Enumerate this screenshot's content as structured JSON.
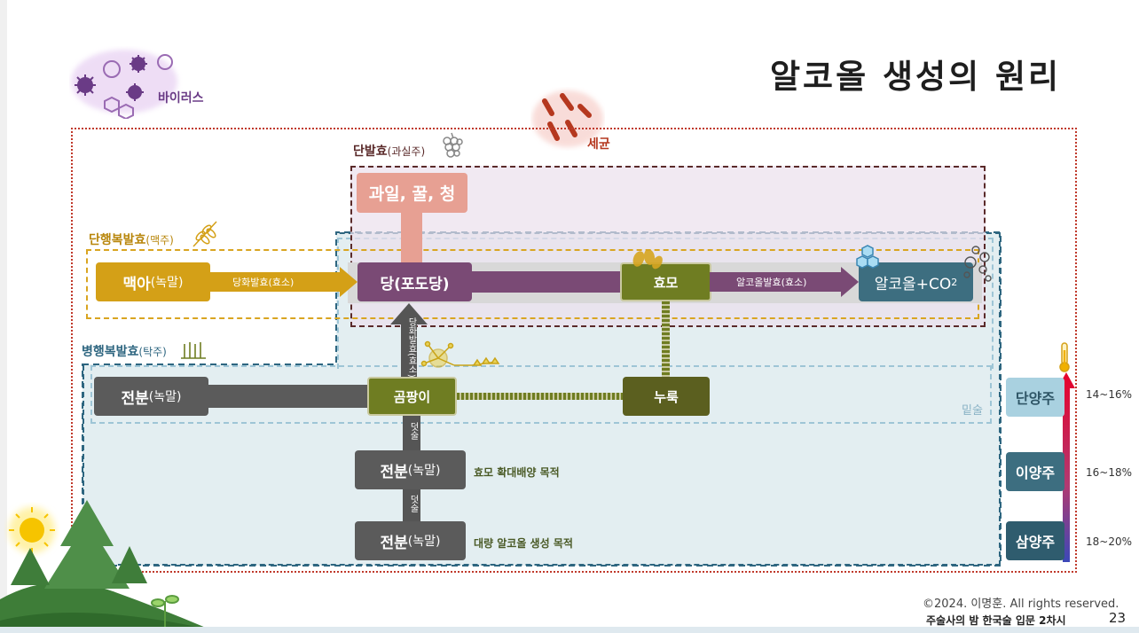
{
  "title": "알코올 생성의 원리",
  "labels": {
    "virus": "바이러스",
    "bacteria": "세균",
    "single_ferment": "단발효",
    "single_ferment_note": "(과실주)",
    "single_parallel": "단행복발효",
    "single_parallel_note": "(맥주)",
    "parallel": "병행복발효",
    "parallel_note": "(탁주)",
    "mitsul": "밑술"
  },
  "nodes": {
    "fruit": "과일, 꿀, 청",
    "malt": "맥아",
    "malt_note": "(녹말)",
    "sugar": "당(포도당)",
    "yeast": "효모",
    "alcohol": "알코올+CO",
    "alcohol_sub": "2",
    "starch1": "전분",
    "starch1_note": "(녹말)",
    "mold": "곰팡이",
    "nuruk": "누룩",
    "starch2": "전분",
    "starch2_note": "(녹말)",
    "starch3": "전분",
    "starch3_note": "(녹말)"
  },
  "arrows": {
    "saccharify": "당화발효(효소)",
    "alcohol_ferment": "알코올발효(효소)",
    "saccharify_vertical": "당화발효(효소)",
    "deotsul1": "덧술",
    "deotsul2": "덧술"
  },
  "notes": {
    "yeast_culture": "효모 확대배양 목적",
    "mass_alcohol": "대량 알코올 생성 목적"
  },
  "liquor_types": [
    {
      "name": "단양주",
      "range": "14~16%"
    },
    {
      "name": "이양주",
      "range": "16~18%"
    },
    {
      "name": "삼양주",
      "range": "18~20%"
    }
  ],
  "footer": {
    "copyright": "©2024. 이명훈. All rights reserved.",
    "course": "주술사의 밤  한국술 입문  2차시",
    "page": "23"
  },
  "colors": {
    "malt": "#d4a017",
    "sugar": "#7a4a75",
    "yeast": "#6f7d22",
    "alcohol": "#3d6e80",
    "starch": "#5b5b5b",
    "fruit": "#e7a093",
    "bacteria_border": "#c0392b",
    "parallel_border": "#2e6680"
  }
}
